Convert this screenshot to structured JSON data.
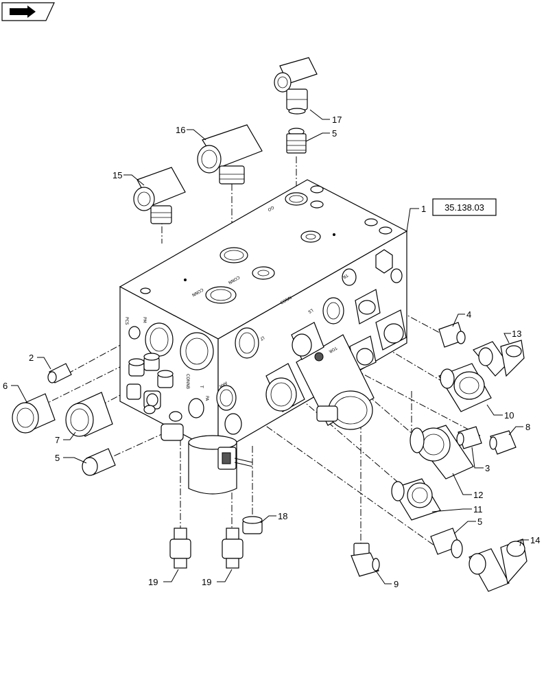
{
  "reference": "35.138.03",
  "callouts": [
    "1",
    "2",
    "3",
    "4",
    "5",
    "5",
    "5",
    "5",
    "6",
    "7",
    "8",
    "9",
    "10",
    "11",
    "12",
    "13",
    "14",
    "15",
    "16",
    "17",
    "18",
    "19",
    "19"
  ],
  "port_markings": [
    "GO",
    "CONN",
    "CONN",
    "CONN",
    "LS",
    "LT",
    "TOR",
    "ARR",
    "TR",
    "CONNB",
    "PCS",
    "PM",
    "PA",
    "T"
  ],
  "icons": {
    "top_left": "book-arrow-icon"
  }
}
